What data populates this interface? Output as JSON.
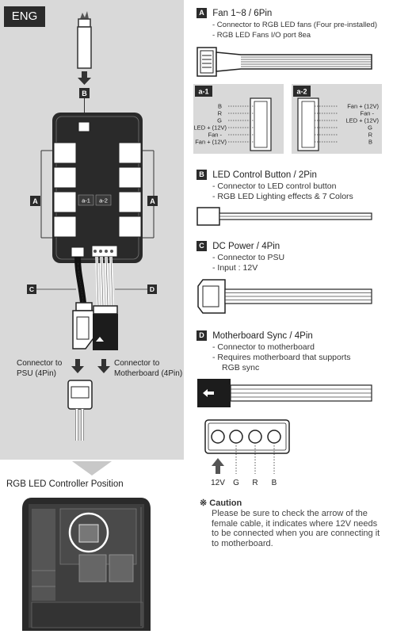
{
  "lang_tab": "ENG",
  "left": {
    "top_badge": "B",
    "side_badges": [
      "A",
      "A"
    ],
    "bottom_badges": [
      "C",
      "D"
    ],
    "port_labels": [
      "a-1",
      "a-2"
    ],
    "connector_psu": [
      "Connector to",
      "PSU (4Pin)"
    ],
    "connector_mb": [
      "Connector to",
      "Motherboard (4Pin)"
    ]
  },
  "position_title": "RGB LED Controller Position",
  "sections": {
    "a": {
      "badge": "A",
      "title": "Fan 1~8 / 6Pin",
      "lines": [
        "- Connector to RGB LED fans (Four pre-installed)",
        "- RGB LED Fans I/O port 8ea"
      ]
    },
    "a1": {
      "label": "a-1",
      "pins": [
        "B",
        "R",
        "G",
        "LED + (12V)",
        "Fan -",
        "Fan + (12V)"
      ]
    },
    "a2": {
      "label": "a-2",
      "pins": [
        "Fan + (12V)",
        "Fan -",
        "LED + (12V)",
        "G",
        "R",
        "B"
      ]
    },
    "b": {
      "badge": "B",
      "title": "LED Control Button / 2Pin",
      "lines": [
        "- Connector to LED control button",
        "- RGB LED Lighting effects & 7 Colors"
      ]
    },
    "c": {
      "badge": "C",
      "title": "DC Power / 4Pin",
      "lines": [
        "- Connector to PSU",
        "- Input : 12V"
      ]
    },
    "d": {
      "badge": "D",
      "title": "Motherboard Sync / 4Pin",
      "lines": [
        "- Connector to motherboard",
        "- Requires motherboard that supports",
        "RGB sync"
      ]
    },
    "sync_pins": [
      "12V",
      "G",
      "R",
      "B"
    ]
  },
  "caution": {
    "title": "※ Caution",
    "text": "Please be sure to check the arrow of the female cable, it indicates where 12V needs to be connected when you are connecting it to motherboard."
  }
}
